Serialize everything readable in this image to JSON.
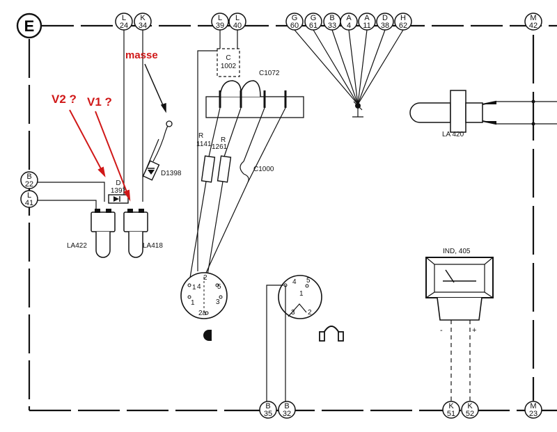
{
  "frame": {
    "label": "E"
  },
  "top_nodes": [
    {
      "id": "L24",
      "top": "L",
      "bottom": "24"
    },
    {
      "id": "K34",
      "top": "K",
      "bottom": "34"
    },
    {
      "id": "L39",
      "top": "L",
      "bottom": "39"
    },
    {
      "id": "L40",
      "top": "L",
      "bottom": "40"
    },
    {
      "id": "G60",
      "top": "G",
      "bottom": "60"
    },
    {
      "id": "G61",
      "top": "G",
      "bottom": "61"
    },
    {
      "id": "B33",
      "top": "B",
      "bottom": "33"
    },
    {
      "id": "A4",
      "top": "A",
      "bottom": "4"
    },
    {
      "id": "A11",
      "top": "A",
      "bottom": "11"
    },
    {
      "id": "D38",
      "top": "D",
      "bottom": "38"
    },
    {
      "id": "H62",
      "top": "H",
      "bottom": "62"
    },
    {
      "id": "M42",
      "top": "M",
      "bottom": "42"
    }
  ],
  "left_nodes": [
    {
      "id": "B22",
      "top": "B",
      "bottom": "22"
    },
    {
      "id": "L41",
      "top": "L",
      "bottom": "41"
    }
  ],
  "bottom_nodes": [
    {
      "id": "B35",
      "top": "B",
      "bottom": "35"
    },
    {
      "id": "B32",
      "top": "B",
      "bottom": "32"
    },
    {
      "id": "K51",
      "top": "K",
      "bottom": "51"
    },
    {
      "id": "K52",
      "top": "K",
      "bottom": "52"
    },
    {
      "id": "M23",
      "top": "M",
      "bottom": "23"
    }
  ],
  "components": {
    "c1002": "C\n1002",
    "c1072": "C1072",
    "r1141": "R\n1141",
    "r1261": "R\n1261",
    "c1000": "C1000",
    "d1398": "D1398",
    "d1397": "D\n1397",
    "la422": "LA422",
    "la418": "LA418",
    "la420": "LA 420",
    "ind405": "IND, 405"
  },
  "socket_left": {
    "p1": "1",
    "p4": "4",
    "p2": "2",
    "p5": "5",
    "p3": "3",
    "p2a": "2a"
  },
  "socket_right": {
    "p4": "4",
    "p5": "5",
    "p1": "1",
    "p3": "3",
    "p2": "2"
  },
  "meter": {
    "minus": "-",
    "plus": "+"
  },
  "annotations": {
    "masse": "masse",
    "v2": "V2 ?",
    "v1": "V1 ?"
  },
  "colors": {
    "annotation_red": "#d01818",
    "ink": "#111111"
  }
}
